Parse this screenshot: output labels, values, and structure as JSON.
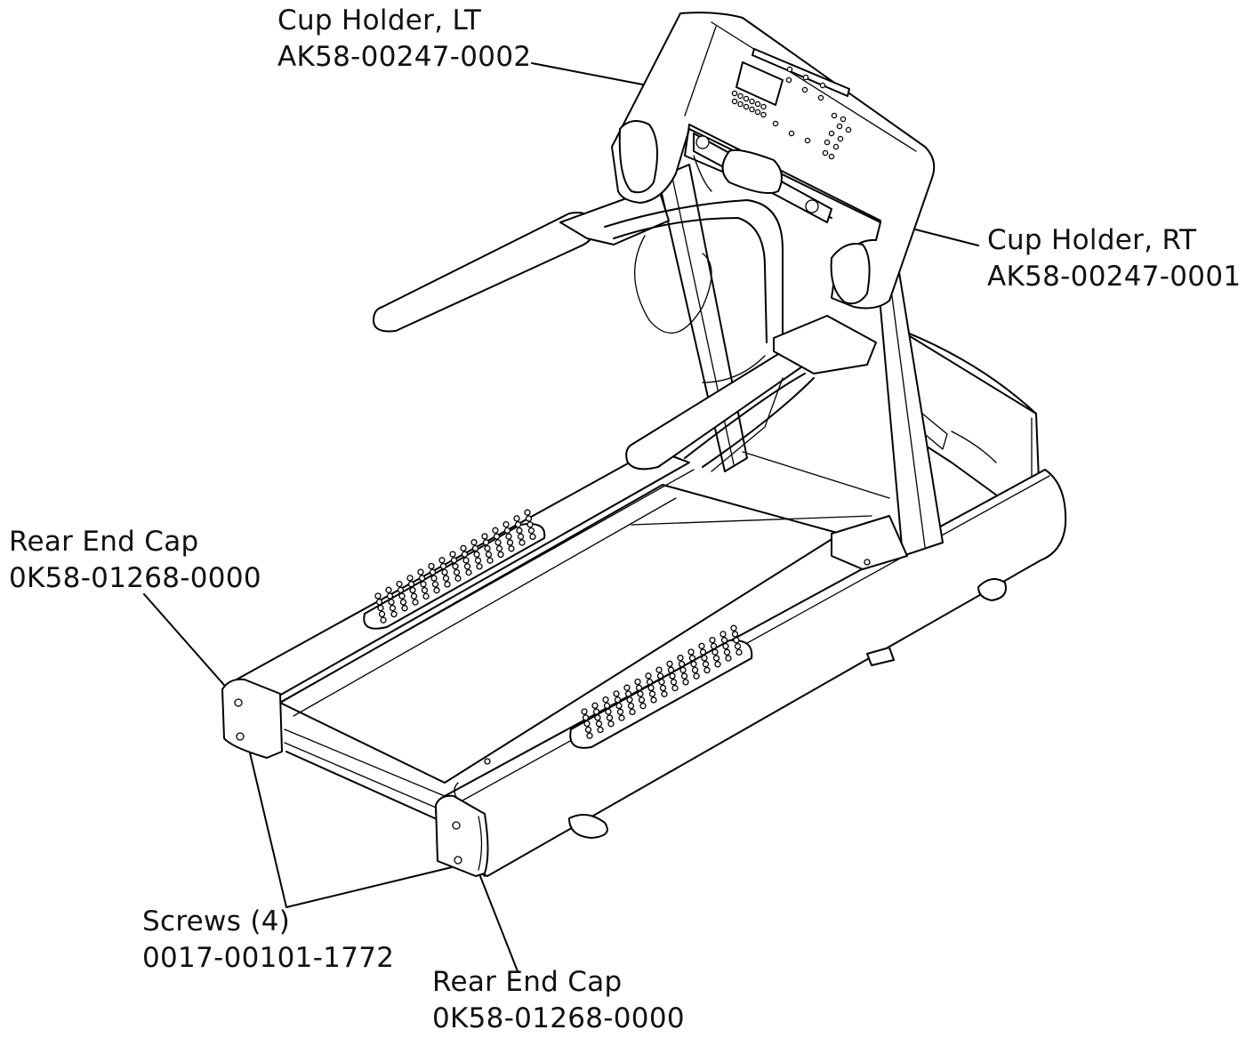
{
  "callouts": {
    "cup_holder_lt": {
      "name": "Cup Holder, LT",
      "part": "AK58-00247-0002"
    },
    "cup_holder_rt": {
      "name": "Cup Holder, RT",
      "part": "AK58-00247-0001"
    },
    "rear_end_cap_left": {
      "name": "Rear End Cap",
      "part": "0K58-01268-0000"
    },
    "screws": {
      "name": "Screws (4)",
      "part": "0017-00101-1772"
    },
    "rear_end_cap_bottom": {
      "name": "Rear End Cap",
      "part": "0K58-01268-0000"
    }
  }
}
